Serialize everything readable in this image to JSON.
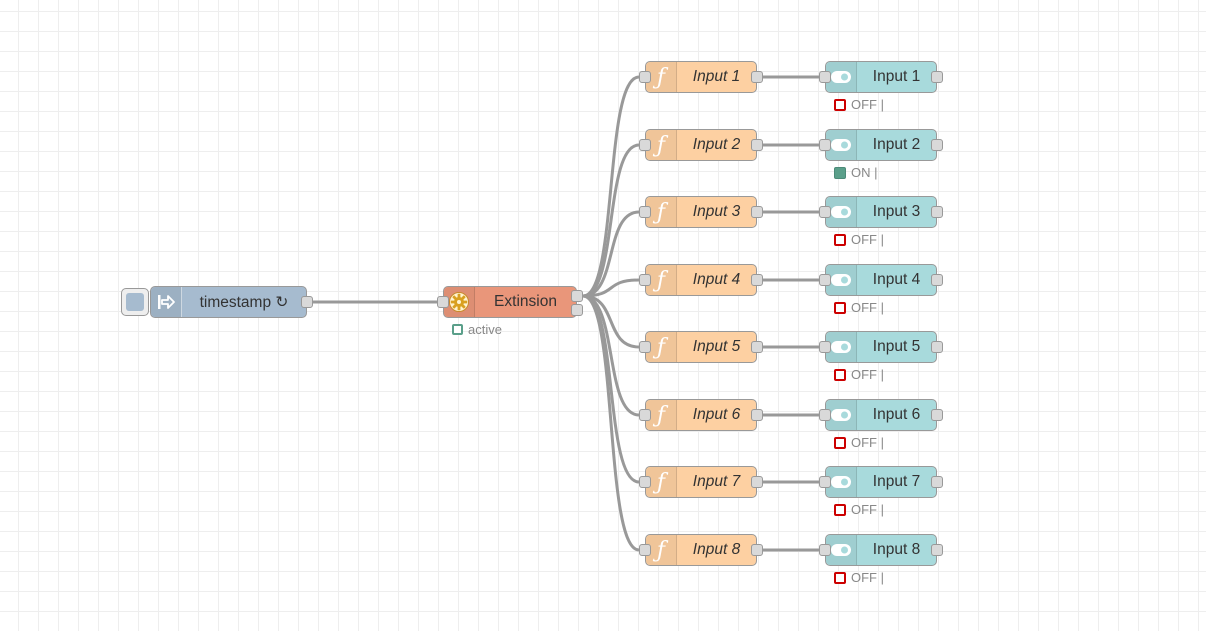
{
  "flow": {
    "inject": {
      "label": "timestamp ↻",
      "icon": "arrow-in-icon",
      "color": "#a6bbcf"
    },
    "extension": {
      "label": "Extinsion",
      "icon": "cog-icon",
      "color": "#e9967a",
      "status": {
        "text": "active",
        "shape": "ring",
        "color": "green"
      }
    },
    "functions": [
      {
        "label": "Input 1"
      },
      {
        "label": "Input 2"
      },
      {
        "label": "Input 3"
      },
      {
        "label": "Input 4"
      },
      {
        "label": "Input 5"
      },
      {
        "label": "Input 6"
      },
      {
        "label": "Input 7"
      },
      {
        "label": "Input 8"
      }
    ],
    "switches": [
      {
        "label": "Input 1",
        "status": "OFF |",
        "state": "off"
      },
      {
        "label": "Input 2",
        "status": "ON |",
        "state": "on"
      },
      {
        "label": "Input 3",
        "status": "OFF |",
        "state": "off"
      },
      {
        "label": "Input 4",
        "status": "OFF |",
        "state": "off"
      },
      {
        "label": "Input 5",
        "status": "OFF |",
        "state": "off"
      },
      {
        "label": "Input 6",
        "status": "OFF |",
        "state": "off"
      },
      {
        "label": "Input 7",
        "status": "OFF |",
        "state": "off"
      },
      {
        "label": "Input 8",
        "status": "OFF |",
        "state": "off"
      }
    ],
    "colors": {
      "function": "#fdd0a2",
      "switch": "#a8dadc",
      "wire": "#999999",
      "status_off": "#cc0000",
      "status_on": "#5a9f8a"
    }
  }
}
